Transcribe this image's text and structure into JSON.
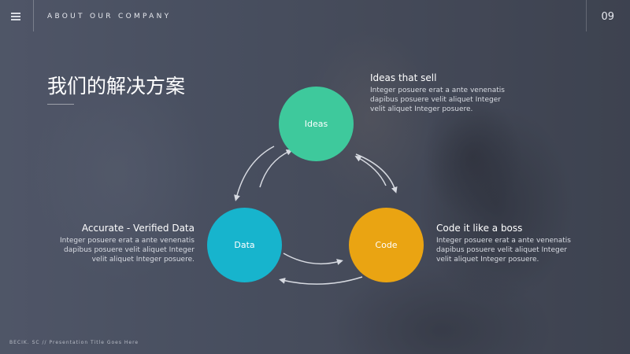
{
  "header": {
    "company_label": "ABOUT OUR COMPANY",
    "page_number": "09"
  },
  "title": "我们的解决方案",
  "cycle": {
    "nodes": [
      {
        "label": "Ideas",
        "color": "#3ec99c"
      },
      {
        "label": "Data",
        "color": "#17b4cd"
      },
      {
        "label": "Code",
        "color": "#eaa412"
      }
    ]
  },
  "blocks": {
    "ideas": {
      "heading": "Ideas that sell",
      "body": "Integer posuere erat a ante venenatis dapibus posuere velit aliquet Integer velit aliquet Integer posuere."
    },
    "data": {
      "heading": "Accurate - Verified Data",
      "body": "Integer posuere erat a ante venenatis dapibus posuere velit aliquet Integer velit aliquet Integer posuere."
    },
    "code": {
      "heading": "Code it like a boss",
      "body": "Integer posuere erat a ante venenatis dapibus posuere velit aliquet Integer velit aliquet Integer posuere."
    }
  },
  "footer": "BECIK. SC // Presentation Title Goes Here",
  "icons": [
    "menu-icon",
    "arrow-icon"
  ]
}
